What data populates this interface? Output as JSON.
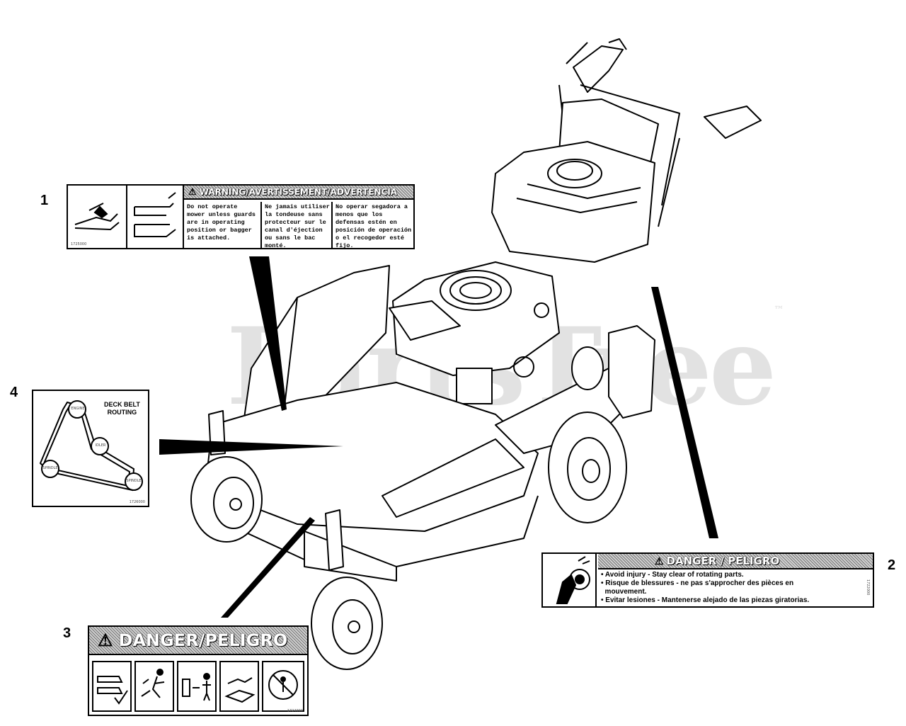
{
  "watermark": "PartsTree",
  "callouts": [
    "1",
    "2",
    "3",
    "4"
  ],
  "decal1": {
    "header": "WARNING/AVERTISSEMENT/ADVERTENCIA",
    "col_en": "Do not operate mower unless guards are in operating position or bagger is attached.",
    "col_fr": "Ne jamais utiliser la tondeuse sans protecteur sur le canal d'éjection ou sans le bac monté.",
    "col_es": "No operar segadora a menos que los defensas estén en posición de operación o el recogedor esté fijo.",
    "part_no": "1725000"
  },
  "decal2": {
    "header": "DANGER / PELIGRO",
    "lines": [
      "• Avoid injury - Stay clear of rotating parts.",
      "• Risque de blessures - ne pas s'approcher des pièces en",
      "  mouvement.",
      "• Evitar lesiones - Mantenerse alejado de las piezas giratorias."
    ],
    "part_no": "1722000"
  },
  "decal3": {
    "header": "DANGER/PELIGRO",
    "part_no": "1724000"
  },
  "decal4": {
    "title_line1": "DECK BELT",
    "title_line2": "ROUTING",
    "pulleys": [
      "ENGINE",
      "IDLER",
      "SPINDLE",
      "SPINDLE"
    ],
    "part_no": "1726000"
  },
  "colors": {
    "ink": "#000000",
    "hatch": "#999999",
    "watermark": "#969696"
  }
}
